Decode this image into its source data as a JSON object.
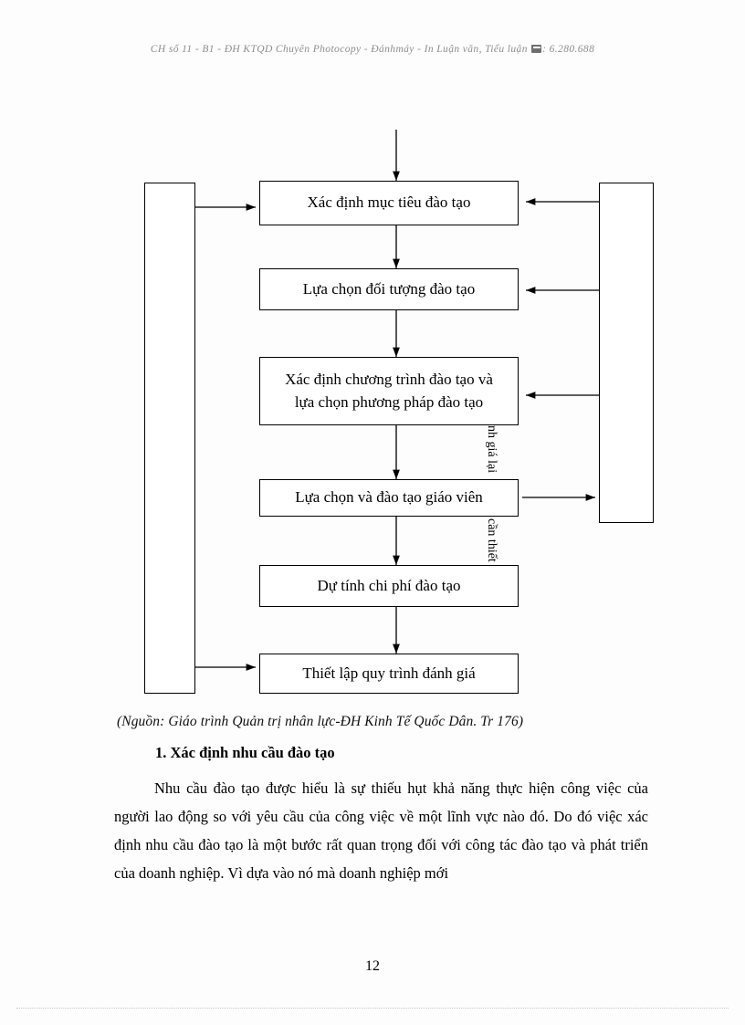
{
  "header": {
    "text_before_icon": "CH số 11 - B1 - ĐH KTQD Chuyên Photocopy - Đánhmáy - In Luận văn, Tiểu luận ",
    "icon": "telephone-icon",
    "text_after_icon": ": 6.280.688"
  },
  "diagram": {
    "nodes": [
      {
        "id": "goal",
        "label": "Xác định mục tiêu đào tạo"
      },
      {
        "id": "audience",
        "label": "Lựa chọn đối tượng đào tạo"
      },
      {
        "id": "program",
        "label": "Xác định chương trình đào tạo và\nlựa chọn phương pháp đào tạo"
      },
      {
        "id": "teacher",
        "label": "Lựa chọn và đào tạo giáo viên"
      },
      {
        "id": "cost",
        "label": "Dự tính chi phí đào tạo"
      },
      {
        "id": "evaluation",
        "label": "Thiết lập quy trình đánh giá"
      },
      {
        "id": "left-rail",
        "label": ""
      },
      {
        "id": "right-rail",
        "label": ""
      }
    ],
    "vertical_labels": [
      {
        "id": "eval-again",
        "text": "nh giá lại"
      },
      {
        "id": "if-needed",
        "text": "cần thiết"
      }
    ]
  },
  "caption": "(Nguồn: Giáo trình Quản trị nhân lực-ĐH Kinh Tế Quốc Dân. Tr 176)",
  "section": {
    "heading": "1. Xác định nhu cầu đào tạo",
    "paragraph": "Nhu cầu đào tạo được hiểu là sự thiếu hụt khả năng thực hiện công việc của người lao động so với yêu cầu của công việc về một lĩnh vực nào đó. Do đó việc xác định nhu cầu đào tạo là một bước rất quan trọng đối với công tác đào tạo và phát triển của doanh nghiệp. Vì dựa vào nó mà doanh nghiệp mới"
  },
  "page_number": "12",
  "colors": {
    "ink": "#000000",
    "header_gray": "#8e8e8e",
    "page_background": "#fdfdfd"
  }
}
